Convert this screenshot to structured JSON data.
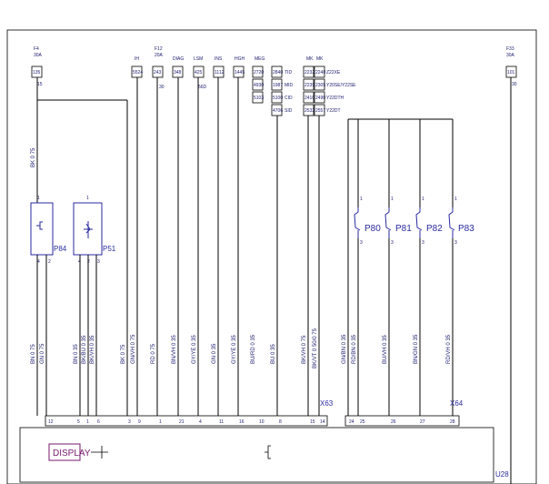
{
  "fuses_left": [
    {
      "name": "F4",
      "rating": "30A",
      "box": "135",
      "pin": "15"
    }
  ],
  "fuse_right": {
    "name": "F33",
    "rating": "30A",
    "box": "101",
    "pin": "30"
  },
  "upper_signals": [
    {
      "label": "IH",
      "box": "5524",
      "sub": ""
    },
    {
      "label": "F12",
      "rating": "20A",
      "box": "243",
      "sub": "30"
    },
    {
      "label": "DIAG",
      "box": "348",
      "sub": ""
    },
    {
      "label": "LSM",
      "box": "425",
      "sub": "56D"
    },
    {
      "label": "INS",
      "box": "1112",
      "sub": ""
    },
    {
      "label": "HGH",
      "box": "1445",
      "sub": ""
    }
  ],
  "meg_block": {
    "label": "MEG",
    "rows": [
      [
        "2720",
        "2840",
        "TID"
      ],
      [
        "4930",
        "1987",
        "MID"
      ],
      [
        "5103",
        "5100",
        "CID"
      ],
      [
        "",
        "4706",
        "SID"
      ]
    ]
  },
  "mk_block": {
    "labels": [
      "MK",
      "MK"
    ],
    "rows": [
      [
        "2232",
        "2240",
        "Z22XE"
      ],
      [
        "2239",
        "2305",
        "Y20SE/Y22SE"
      ],
      [
        "2410",
        "2490",
        "Y22DTH"
      ],
      [
        "2532",
        "2557",
        "Y22DT"
      ]
    ]
  },
  "components": [
    {
      "id": "P84",
      "pins": [
        "1",
        "4",
        "2"
      ]
    },
    {
      "id": "P51",
      "pins": [
        "1",
        "4",
        "2",
        "3"
      ]
    },
    {
      "id": "P80",
      "pins": [
        "1",
        "3"
      ]
    },
    {
      "id": "P81",
      "pins": [
        "1",
        "3"
      ]
    },
    {
      "id": "P82",
      "pins": [
        "1",
        "3"
      ]
    },
    {
      "id": "P83",
      "pins": [
        "1",
        "3"
      ]
    }
  ],
  "wire_labels": [
    "BK 0 75",
    "BN 0 75",
    "GN 0 75",
    "BN 0 35",
    "BK/BU 0 35",
    "BK/VH 0 35",
    "BK 0 75",
    "GN/VH 0 75",
    "RD 0 75",
    "BN/VH 0 35",
    "GY/YE 0 35",
    "GN 0 35",
    "GY/YE 0 35",
    "BU/RD 0 35",
    "BU 0 35",
    "BK/VH 0 75",
    "BK/VT 0 50/0 75",
    "GN/BN 0 35",
    "RD/BN 0 35",
    "BU/VH 0 35",
    "BN/GN 0 35",
    "RD/VH 0 35"
  ],
  "connectors": {
    "left": "X63",
    "right": "X64"
  },
  "connector_pins": [
    "12",
    "5",
    "1",
    "6",
    "3",
    "9",
    "1",
    "21",
    "4",
    "11",
    "16",
    "10",
    "8",
    "15",
    "14",
    "24",
    "25",
    "26",
    "27",
    "28"
  ],
  "module": {
    "id": "U28",
    "display_label": "DISPLAY"
  }
}
